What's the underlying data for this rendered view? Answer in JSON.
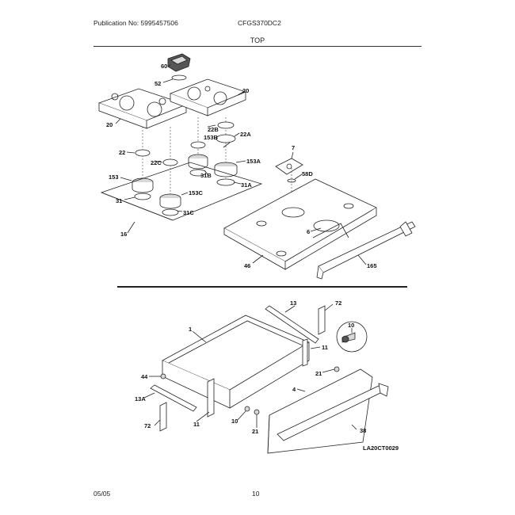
{
  "header": {
    "publication": "Publication No: 5995457506",
    "model": "CFGS370DC2"
  },
  "section": {
    "title": "TOP"
  },
  "callouts": {
    "c60": "60",
    "c52": "52",
    "c20a": "20",
    "c20b": "20",
    "c22b_label": "22B",
    "c22a": "22A",
    "c153b": "153B",
    "c22": "22",
    "c22c": "22C",
    "c153a": "153A",
    "c153": "153",
    "c31b": "31B",
    "c31a": "31A",
    "c31": "31",
    "c153c": "153C",
    "c31c": "31C",
    "c16": "16",
    "c7": "7",
    "c58d": "58D",
    "c6": "6",
    "c46": "46",
    "c165": "165",
    "c13a": "13",
    "c72a": "72",
    "c1": "1",
    "c10a": "10",
    "c11a": "11",
    "c21a": "21",
    "c44": "44",
    "c4": "4",
    "c13b": "13A",
    "c10b": "10",
    "c21b": "21",
    "c72b": "72",
    "c11b": "11",
    "c38": "38"
  },
  "figure_code": "LA20CT0029",
  "footer": {
    "date": "05/05",
    "page": "10"
  }
}
